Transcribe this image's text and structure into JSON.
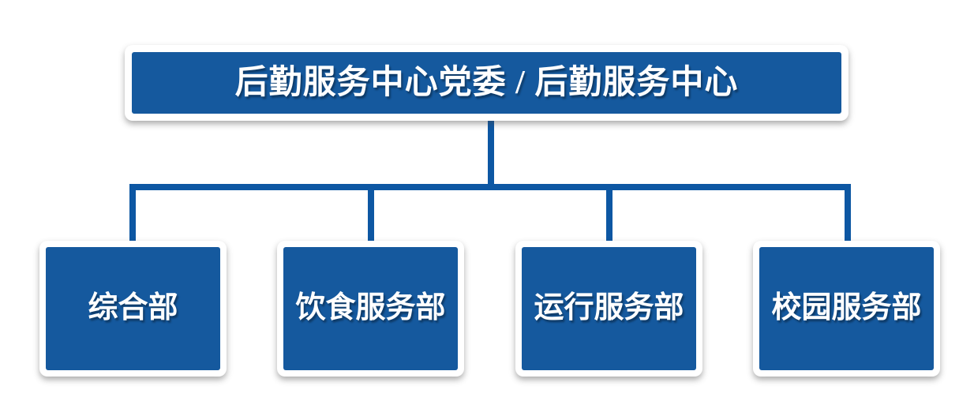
{
  "org_chart": {
    "root": {
      "label": "后勤服务中心党委 / 后勤服务中心"
    },
    "departments": [
      {
        "label": "综合部"
      },
      {
        "label": "饮食服务部"
      },
      {
        "label": "运行服务部"
      },
      {
        "label": "校园服务部"
      }
    ],
    "colors": {
      "box_fill": "#15599E",
      "connector": "#0D57A3",
      "box_frame": "#FFFFFF",
      "text": "#FFFFFF",
      "background": "#FFFFFF"
    }
  }
}
